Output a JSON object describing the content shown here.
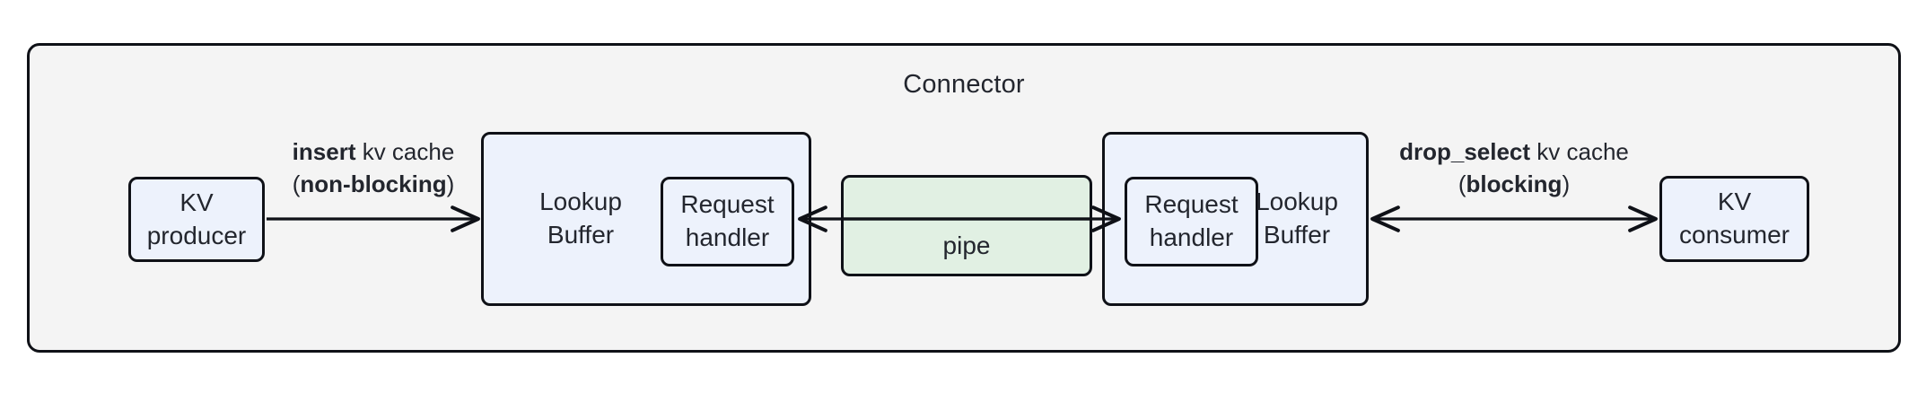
{
  "diagram": {
    "title": "Connector",
    "colors": {
      "container_fill": "#f4f4f4",
      "node_fill_blue": "#edf2fc",
      "node_fill_green": "#e1f0e3",
      "stroke": "#0f1117",
      "text": "#23262e"
    },
    "nodes": {
      "kv_producer": "KV\nproducer",
      "kv_consumer": "KV\nconsumer",
      "lookup_buffer_left": "Lookup\nBuffer",
      "lookup_buffer_right": "Lookup\nBuffer",
      "request_handler_left": "Request\nhandler",
      "request_handler_right": "Request\nhandler",
      "pipe": "pipe"
    },
    "edges": {
      "insert": {
        "op": "insert",
        "object": " kv cache",
        "mode_open": "(",
        "mode": "non-blocking",
        "mode_close": ")",
        "direction": "right"
      },
      "drop_select": {
        "op": "drop_select",
        "object": " kv cache",
        "mode_open": "(",
        "mode": "blocking",
        "mode_close": ")",
        "direction": "both"
      }
    }
  }
}
